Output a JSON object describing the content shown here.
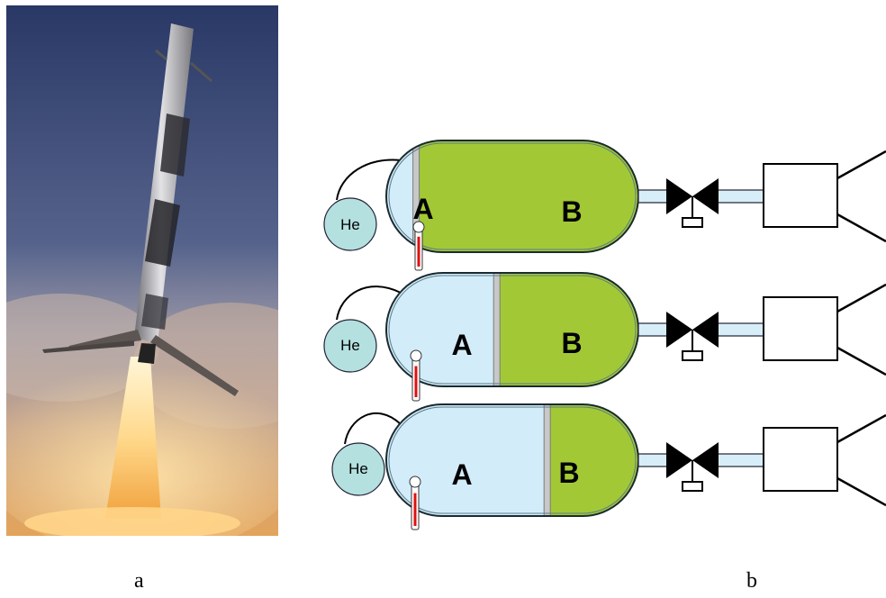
{
  "captions": {
    "a": "a",
    "b": "b"
  },
  "photo": {
    "subject": "rocket-booster-landing"
  },
  "tanks": [
    {
      "gas_label": "He",
      "chamber_a_label": "A",
      "chamber_b_label": "B",
      "chamber_a_fraction": 0.12
    },
    {
      "gas_label": "He",
      "chamber_a_label": "A",
      "chamber_b_label": "B",
      "chamber_a_fraction": 0.44
    },
    {
      "gas_label": "He",
      "chamber_a_label": "A",
      "chamber_b_label": "B",
      "chamber_a_fraction": 0.64
    }
  ],
  "colors": {
    "chamber_a": "#d2ecfa",
    "chamber_b": "#a2c935",
    "helium": "#b4e0e0",
    "piston": "#c8c8c8",
    "thermometer": "#e01010",
    "valve": "#000000",
    "outline": "#1a2a30"
  }
}
